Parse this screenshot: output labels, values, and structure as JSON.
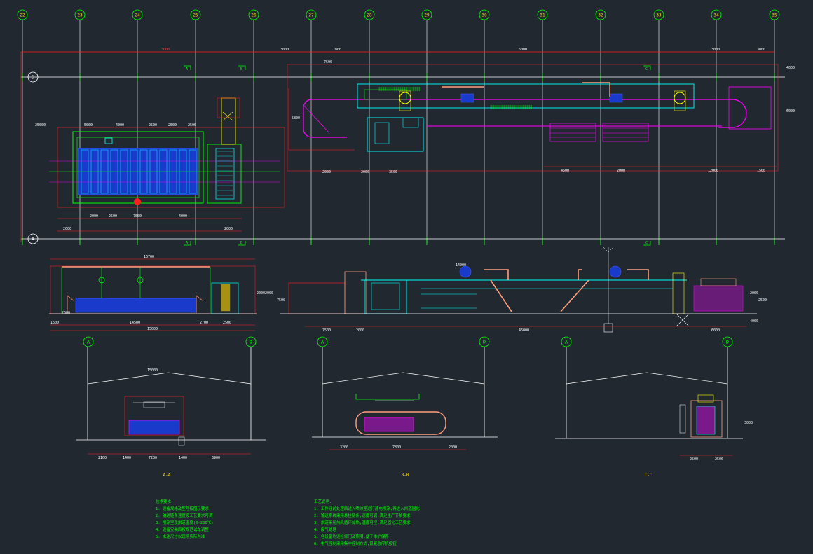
{
  "colors": {
    "background": "#212830",
    "grid": "#ffffff",
    "dimension": "#ff2020",
    "equipment_magenta": "#ff00ff",
    "equipment_cyan": "#00ffff",
    "equipment_green": "#00ff00",
    "equipment_yellow": "#ffff00",
    "equipment_blue": "#2040ff",
    "equipment_orange": "#ff9f7f"
  },
  "grid_axes": {
    "vertical": [
      "22",
      "23",
      "24",
      "25",
      "26",
      "27",
      "28",
      "29",
      "30",
      "31",
      "32",
      "33",
      "34",
      "35"
    ],
    "horizontal": [
      "D",
      "A"
    ]
  },
  "section_markers": {
    "plan_top": [
      "A",
      "B",
      "C"
    ],
    "plan_bottom": [
      "A",
      "B",
      "C"
    ]
  },
  "section_views": [
    {
      "left_axis": "A",
      "right_axis": "D",
      "caption": "A-A"
    },
    {
      "left_axis": "A",
      "right_axis": "D",
      "caption": "B-B"
    },
    {
      "left_axis": "A",
      "right_axis": "D",
      "caption": "C-C"
    }
  ],
  "dimensions": {
    "top_row": [
      "3000",
      "3000",
      "7800",
      "6000",
      "3000",
      "3000"
    ],
    "plan_left": [
      "25000",
      "5000",
      "4000",
      "2500",
      "2500",
      "2500"
    ],
    "plan_left_bottom": [
      "2000",
      "2500",
      "7500",
      "4000",
      "2000",
      "2000"
    ],
    "plan_right": [
      "7500",
      "5800",
      "2000",
      "3500",
      "2000",
      "6000",
      "4000"
    ],
    "plan_right_bottom": [
      "4500",
      "2000",
      "12000",
      "1500"
    ],
    "elev_left": [
      "16700",
      "2000",
      "2000",
      "2500",
      "1500"
    ],
    "elev_left_bottom": [
      "15000",
      "14500",
      "2700",
      "2500"
    ],
    "elev_right": [
      "7500",
      "2000",
      "14000",
      "2500",
      "4000"
    ],
    "elev_right_bottom": [
      "7500",
      "2000",
      "46000",
      "6000"
    ],
    "sec_a": [
      "15000",
      "2100",
      "1400",
      "7200",
      "1400",
      "3900"
    ],
    "sec_b": [
      "3200",
      "7800",
      "2000"
    ],
    "sec_c": [
      "2500",
      "2500",
      "3000"
    ]
  },
  "notes_left": [
    "技术要求:",
    "1. 设备规格及型号按图示要求",
    "2. 输送链条速度按工艺要求可调",
    "3. 喷涂室及烘道温度(0-200℃)",
    "4. 设备安装后按规范试车调整",
    "5. 未注尺寸以现场实际为准"
  ],
  "notes_right": [
    "工艺说明:",
    "1. 工件经前处理后进入喷涂室进行静电喷涂,再进入烘道固化",
    "2. 输送系统采用悬挂链条,速度可调,满足生产节拍要求",
    "3. 烘道采用热风循环加热,温度可控,满足固化工艺要求",
    "4. 废气处理",
    "5. 各设备均设检修门及照明,便于维护保养",
    "6. 电气控制采用集中控制方式,设紧急停机按钮"
  ]
}
